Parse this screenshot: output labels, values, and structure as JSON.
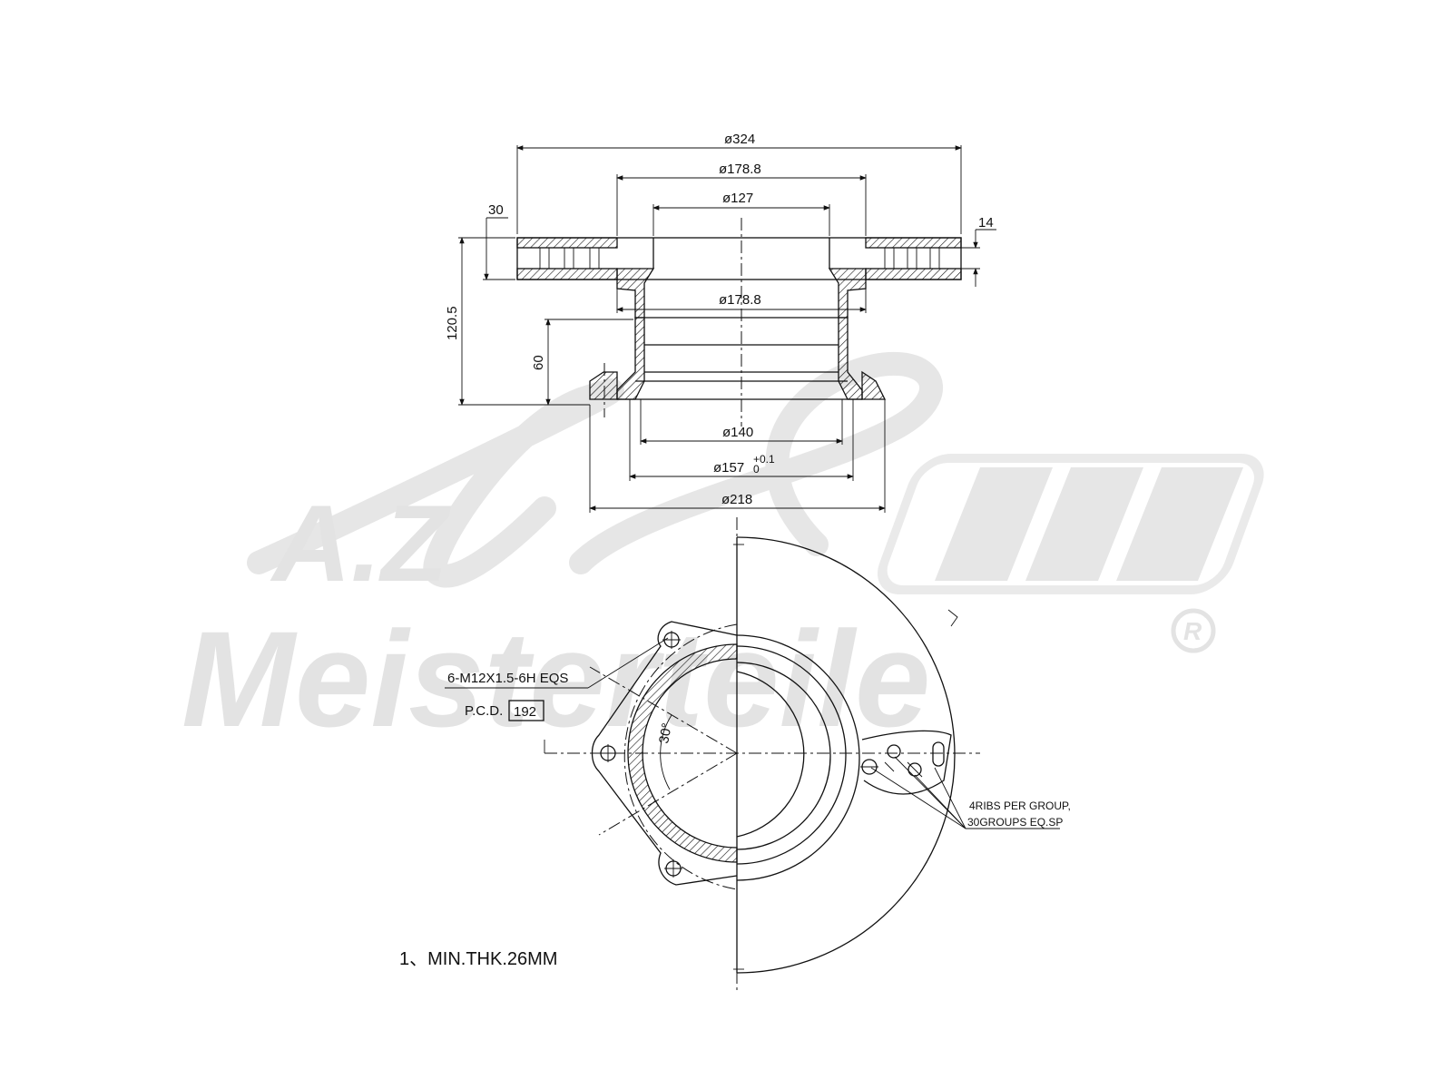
{
  "watermark": {
    "brand_line1": "A.Z",
    "brand_line2": "Meisterteile",
    "registered": "R"
  },
  "side_view": {
    "dim_outer_diameter": "ø324",
    "dim_friction_inner": "ø178.8",
    "dim_center_bore": "ø127",
    "dim_hat_diameter": "ø178.8",
    "dim_disc_thickness": "30",
    "dim_vent_width": "14",
    "dim_total_height": "120.5",
    "dim_hub_height": "60",
    "dim_bore_140": "ø140",
    "dim_bore_157": "ø157",
    "dim_bore_157_tol_upper": "+0.1",
    "dim_bore_157_tol_lower": "0",
    "dim_flange_diameter": "ø218"
  },
  "front_view": {
    "thread_spec": "6-M12X1.5-6H EQS",
    "pcd_label": "P.C.D.",
    "pcd_value": "192",
    "angle": "30°",
    "ribs_note_line1": "4RIBS PER GROUP,",
    "ribs_note_line2": "30GROUPS EQ.SP"
  },
  "notes": {
    "min_thickness": "1、MIN.THK.26MM"
  }
}
